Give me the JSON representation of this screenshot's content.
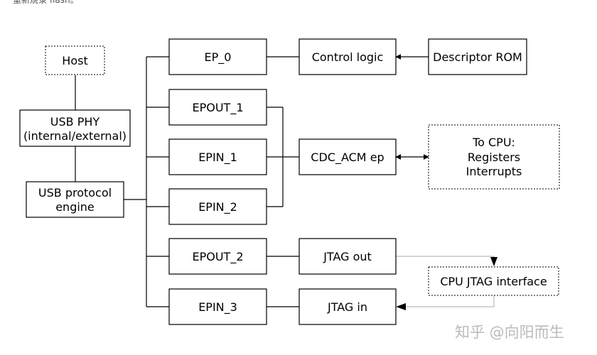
{
  "top_snippet": "重新烧录 flash。",
  "boxes": {
    "host": "Host",
    "usb_phy_line1": "USB PHY",
    "usb_phy_line2": "(internal/external)",
    "protocol_line1": "USB protocol",
    "protocol_line2": "engine",
    "ep0": "EP_0",
    "epout1": "EPOUT_1",
    "epin1": "EPIN_1",
    "epin2": "EPIN_2",
    "epout2": "EPOUT_2",
    "epin3": "EPIN_3",
    "control_logic": "Control logic",
    "descriptor_rom": "Descriptor ROM",
    "cdc_acm": "CDC_ACM ep",
    "jtag_out": "JTAG out",
    "jtag_in": "JTAG in",
    "cpu_line1": "To CPU:",
    "cpu_line2": "Registers",
    "cpu_line3": "Interrupts",
    "cpu_jtag": "CPU JTAG interface"
  },
  "watermark": "知乎 @向阳而生"
}
